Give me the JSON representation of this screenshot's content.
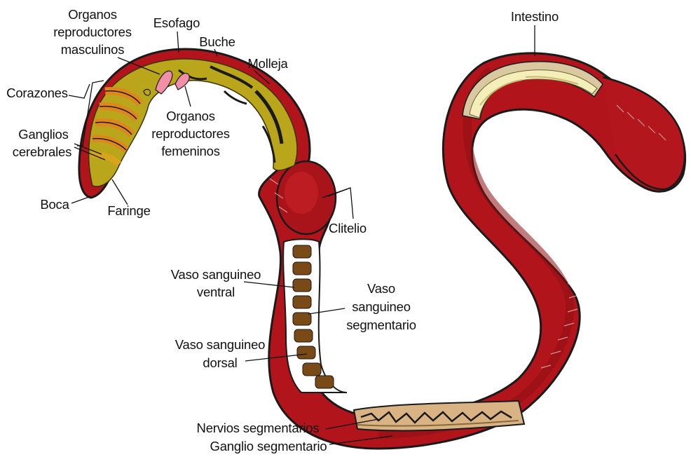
{
  "labels": {
    "organos_masc": [
      "Organos",
      "reproductores",
      "masculinos"
    ],
    "esofago": "Esofago",
    "buche": "Buche",
    "molleja": "Molleja",
    "corazones": "Corazones",
    "ganglios_cerebrales": [
      "Ganglios",
      "cerebrales"
    ],
    "organos_fem": [
      "Organos",
      "reproductores",
      "femeninos"
    ],
    "boca": "Boca",
    "faringe": "Faringe",
    "intestino": "Intestino",
    "clitelio": "Clitelio",
    "vaso_ventral": [
      "Vaso sanguineo",
      "ventral"
    ],
    "vaso_segmentario": [
      "Vaso",
      "sanguineo",
      "segmentario"
    ],
    "vaso_dorsal": [
      "Vaso sanguineo",
      "dorsal"
    ],
    "nervios_segmentarios": "Nervios segmentarios",
    "ganglio_segmentario": "Ganglio segmentario"
  },
  "colors": {
    "body_red": "#b1151b",
    "body_dark_red": "#7a0d10",
    "gut_olive": "#b9a61a",
    "gut_dark": "#7d6c0a",
    "heart_orange": "#e0861f",
    "intestine_cream": "#f4eebb",
    "vessel_brown": "#7a4a16",
    "nerve_tan": "#d9b384",
    "repro_pink": "#f08fa7",
    "outline": "#1a1a1a"
  }
}
